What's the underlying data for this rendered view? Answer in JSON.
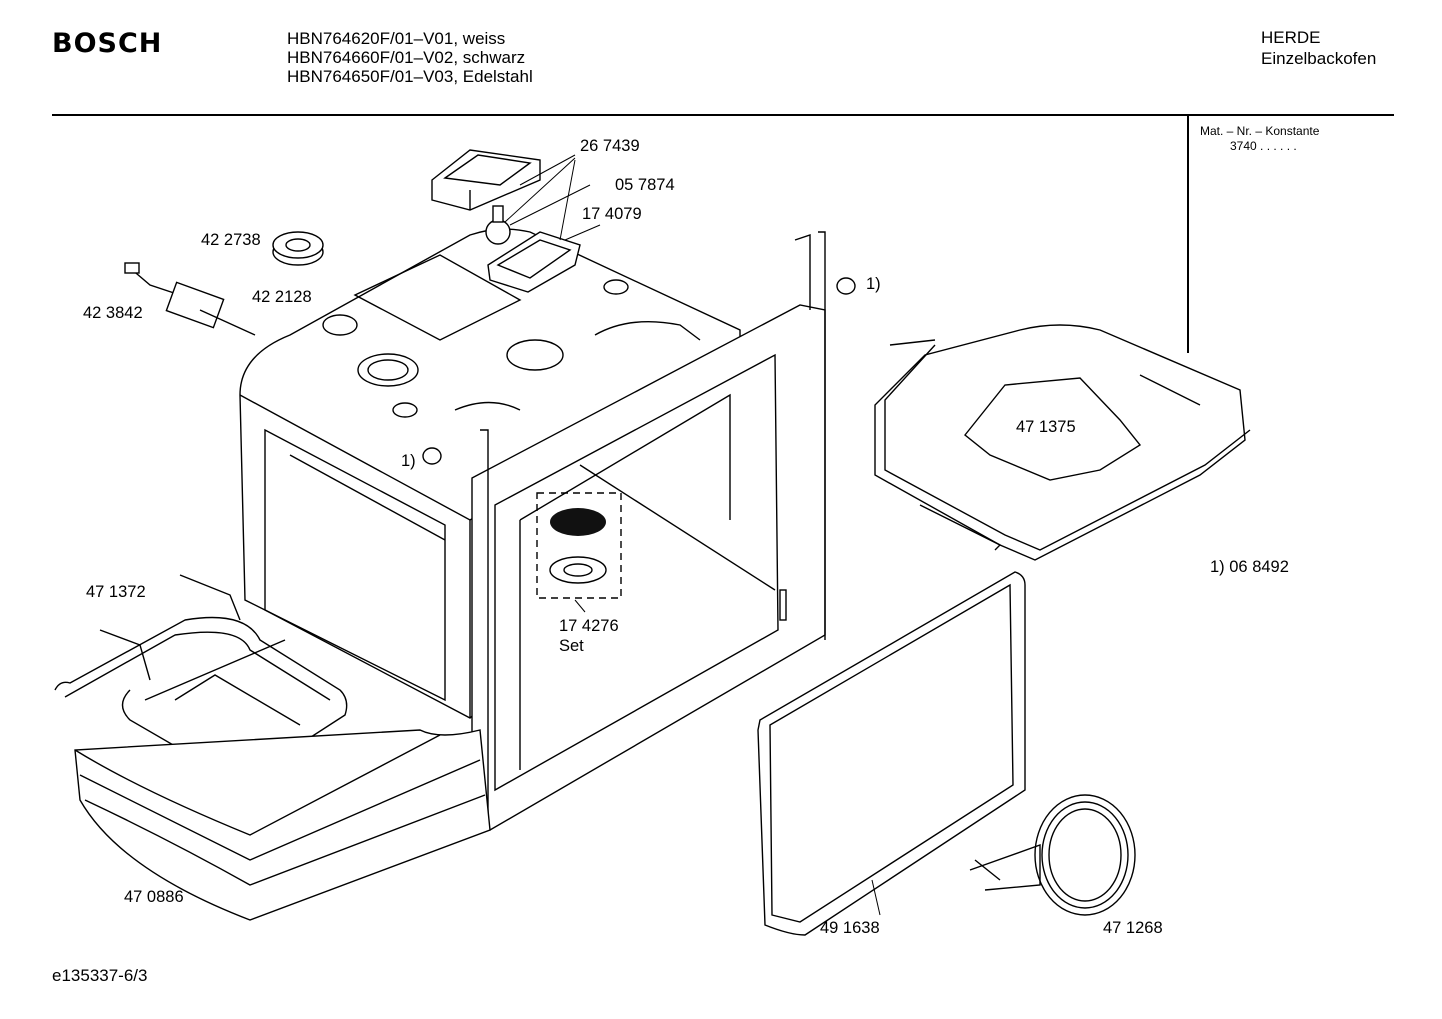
{
  "header": {
    "brand": "BOSCH",
    "models": [
      "HBN764620F/01–V01, weiss",
      "HBN764660F/01–V02, schwarz",
      "HBN764650F/01–V03, Edelstahl"
    ],
    "category": [
      "HERDE",
      "Einzelbackofen"
    ]
  },
  "mat_box": {
    "title": "Mat. – Nr. – Konstante",
    "value": "3740  .  .  .  .  .  ."
  },
  "parts": {
    "p267439": "26 7439",
    "p057874": "05 7874",
    "p174079": "17 4079",
    "p422738": "42 2738",
    "p422128": "42 2128",
    "p423842": "42 3842",
    "note1_top": "1)",
    "note1_mid": "1)",
    "p471375": "47 1375",
    "note_068492": "1) 06 8492",
    "p471372": "47 1372",
    "p174276": "17 4276",
    "set": "Set",
    "p470886": "47 0886",
    "p491638": "49 1638",
    "p471268": "47 1268"
  },
  "footer": {
    "code": "e135337-6/3"
  }
}
